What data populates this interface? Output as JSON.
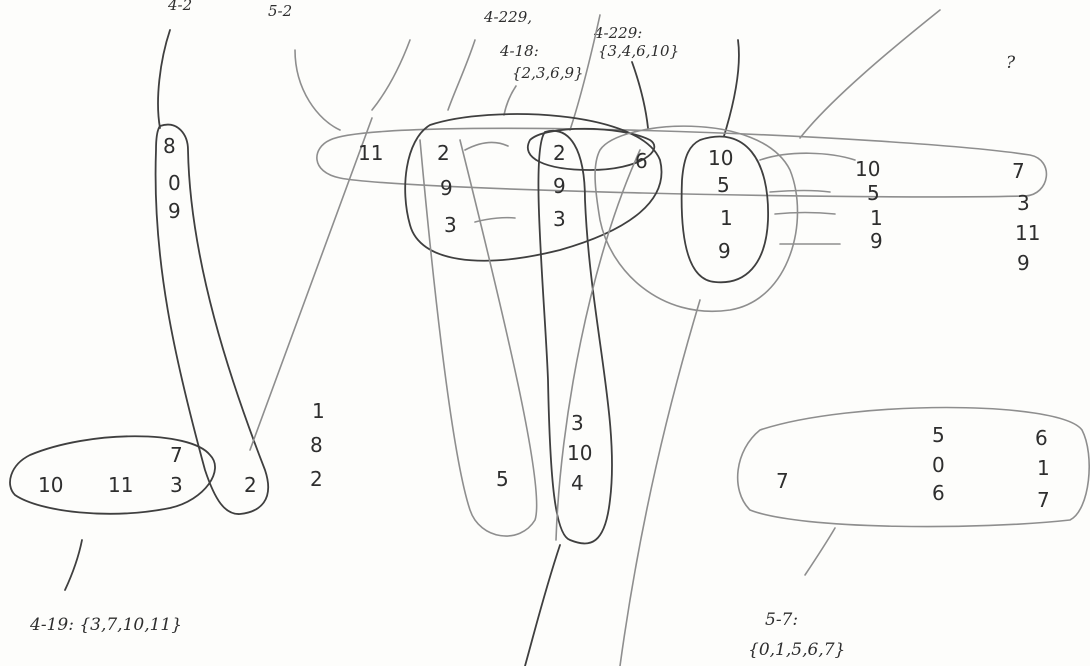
{
  "labels": {
    "top_left_fragment": "4-2",
    "top_left_fragment_b": "5-2",
    "top_center_fragment": "4-229,",
    "top_right_fragment": "4-229:",
    "top_right_set": "{3,4,6,10}",
    "top_416": "4-18:",
    "top_416_set": "{2,3,6,9}",
    "bottom_left": "4-19: {3,7,10,11}",
    "bottom_right_name": "5-7:",
    "bottom_right_set": "{0,1,5,6,7}",
    "question_mark": "?"
  },
  "columns": {
    "left_column": [
      "8",
      "0",
      "9"
    ],
    "top_row": [
      "11",
      "2",
      "2",
      "6",
      "10",
      "10",
      "7"
    ],
    "col_2a": [
      "9",
      "3"
    ],
    "col_2b": [
      "9",
      "3"
    ],
    "col_10": [
      "5",
      "1",
      "9"
    ],
    "col_10b": [
      "5",
      "1",
      "9"
    ],
    "col_7": [
      "3",
      "11",
      "9"
    ]
  },
  "bottom_left_group": [
    "10",
    "11",
    "7",
    "3"
  ],
  "bottom_mid": [
    "2",
    "1",
    "8",
    "2",
    "5",
    "3",
    "10",
    "4"
  ],
  "bottom_right_group": [
    "7",
    "5",
    "0",
    "6",
    "6",
    "1",
    "7"
  ]
}
